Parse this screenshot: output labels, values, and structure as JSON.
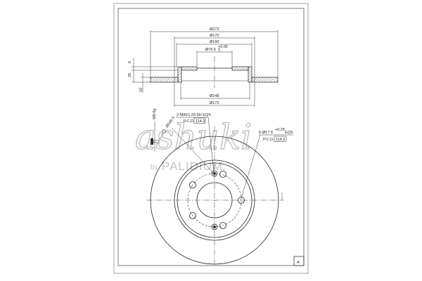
{
  "drawing": {
    "dimensions": {
      "outer_diameter": "Ø272",
      "hat_outer_diameter_top": "Ø172",
      "hat_inner_diameter": "Ø160",
      "center_bore": "Ø76.5",
      "center_bore_tolerance": "+0.05",
      "center_bore_tolerance_low": "0",
      "hat_thickness": "6",
      "total_height": "26",
      "disc_thickness": "10",
      "inner_diameter_bottom": "Ø148",
      "hat_outer_diameter_bottom": "Ø172"
    },
    "callouts": {
      "threaded_holes": "2-M8X1.25-6H EQS",
      "threaded_pcd_label": "P.C.D.",
      "threaded_pcd_value": "114.3",
      "diagonal": "Ø145.5",
      "screw_thread": "M8-6g",
      "bolt_holes": "5-Ø17.5",
      "bolt_holes_tolerance": "+0.25",
      "bolt_holes_suffix": "EQS",
      "bolt_pcd_label": "P.C.D.",
      "bolt_pcd_value": "114.3"
    },
    "view_label": "A"
  },
  "watermark": {
    "brand": "ashuki",
    "by": "by",
    "maker": "PALIDIUM."
  },
  "colors": {
    "line": "#222222",
    "watermark": "#b8b8b8"
  }
}
